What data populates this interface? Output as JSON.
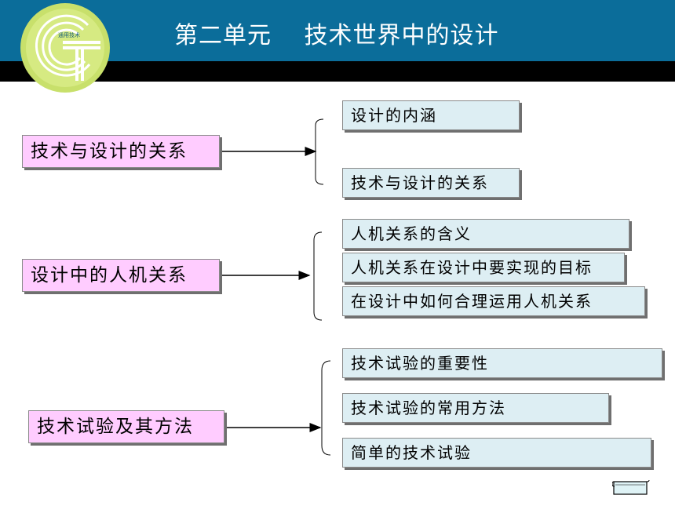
{
  "header": {
    "title": "第二单元　 技术世界中的设计",
    "logo_caption": "通用技术"
  },
  "groups": [
    {
      "main": "技术与设计的关系",
      "items": [
        "设计的内涵",
        "技术与设计的关系"
      ]
    },
    {
      "main": "设计中的人机关系",
      "items": [
        "人机关系的含义",
        "人机关系在设计中要实现的目标",
        "在设计中如何合理运用人机关系"
      ]
    },
    {
      "main": "技术试验及其方法",
      "items": [
        "技术试验的重要性",
        "技术试验的常用方法",
        "简单的技术试验"
      ]
    }
  ],
  "colors": {
    "header": "#0b6d9a",
    "main_box": "#ffccff",
    "sub_box": "#ddeef3",
    "logo": "#c8e06b"
  }
}
